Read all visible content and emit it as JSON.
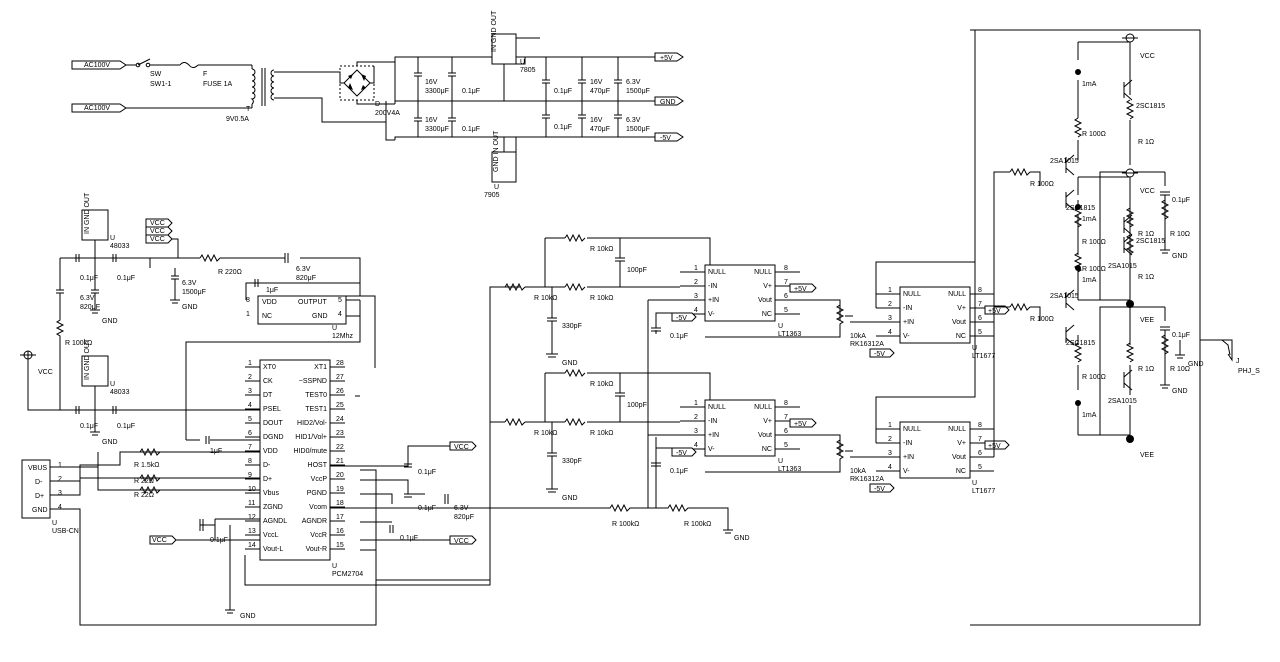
{
  "power": {
    "ac_top": "AC100V",
    "ac_bot": "AC100V",
    "sw": "SW",
    "sw_ref": "SW1-1",
    "fuse": "F",
    "fuse_val": "FUSE 1A",
    "trafo_ref": "T",
    "trafo_val": "9V0.5A",
    "bridge_ref": "D",
    "bridge_val": "200V4A",
    "cap16_a": "16V",
    "cap3300_a": "3300μF",
    "cap16_b": "16V",
    "cap3300_b": "3300μF",
    "c01_a": "0.1μF",
    "c01_b": "0.1μF",
    "reg_top_pins": "IN GND OUT",
    "reg_top_ref": "U",
    "reg_top_val": "7805",
    "reg_bot_pins": "GND IN OUT",
    "reg_bot_ref": "U",
    "reg_bot_val": "7905",
    "c01_c": "0.1μF",
    "c01_d": "0.1μF",
    "c16_c": "16V",
    "c470_c": "470μF",
    "c16_d": "16V",
    "c470_d": "470μF",
    "c63_e": "6.3V",
    "c1500_e": "1500μF",
    "c63_f": "6.3V",
    "c1500_f": "1500μF",
    "out_p5": "+5V",
    "out_gnd": "GND",
    "out_m5": "-5V"
  },
  "usb_side": {
    "reg1_pins": "IN GND OUT",
    "reg1_ref": "U",
    "reg1_val": "48033",
    "vcc_stack": [
      "VCC",
      "VCC",
      "VCC"
    ],
    "r220": "R 220Ω",
    "c63_820_v": "6.3V",
    "c63_820_c": "820μF",
    "c01_l1": "0.1μF",
    "c01_l2": "0.1μF",
    "c63_l_v": "6.3V",
    "c63_l_c": "820μF",
    "c63_1500_v": "6.3V",
    "c63_1500_c": "1500μF",
    "gnd1": "GND",
    "gnd2": "GND",
    "r100k": "R 100kΩ",
    "vcc_l": "VCC",
    "reg2_pins": "IN GND OUT",
    "reg2_ref": "U",
    "reg2_val": "48033",
    "c01_l3": "0.1μF",
    "c01_l4": "0.1μF",
    "gnd3": "GND",
    "osc": {
      "p8": "8",
      "p5": "5",
      "p1": "1",
      "p4": "4",
      "vdd": "VDD",
      "output": "OUTPUT",
      "nc": "NC",
      "gnd": "GND",
      "ref": "U",
      "val": "12Mhz",
      "c1uf": "1μF"
    },
    "usbcn": {
      "vbus": "VBUS",
      "dm": "D-",
      "dp": "D+",
      "gnd": "GND",
      "p1": "1",
      "p2": "2",
      "p3": "3",
      "p4": "4",
      "ref": "U",
      "val": "USB-CN"
    },
    "r15k": "R 1.5kΩ",
    "r22a": "R 22Ω",
    "r22b": "R 22Ω",
    "c1uf_b": "1μF",
    "vcc_in": "VCC",
    "c01_b1": "0.1μF",
    "gnd_b": "GND"
  },
  "pcm": {
    "ref": "U",
    "val": "PCM2704",
    "left_pins": [
      {
        "n": "1",
        "l": "XT0"
      },
      {
        "n": "2",
        "l": "CK"
      },
      {
        "n": "3",
        "l": "DT"
      },
      {
        "n": "4",
        "l": "PSEL"
      },
      {
        "n": "5",
        "l": "DOUT"
      },
      {
        "n": "6",
        "l": "DGND"
      },
      {
        "n": "7",
        "l": "VDD"
      },
      {
        "n": "8",
        "l": "D-"
      },
      {
        "n": "9",
        "l": "D+"
      },
      {
        "n": "10",
        "l": "Vbus"
      },
      {
        "n": "11",
        "l": "ZGND"
      },
      {
        "n": "12",
        "l": "AGNDL"
      },
      {
        "n": "13",
        "l": "VccL"
      },
      {
        "n": "14",
        "l": "Vout-L"
      }
    ],
    "right_pins": [
      {
        "n": "28",
        "l": "XT1"
      },
      {
        "n": "27",
        "l": "~SSPND"
      },
      {
        "n": "26",
        "l": "TEST0"
      },
      {
        "n": "25",
        "l": "TEST1"
      },
      {
        "n": "24",
        "l": "HID2/Vol-"
      },
      {
        "n": "23",
        "l": "HID1/Vol+"
      },
      {
        "n": "22",
        "l": "HID0/mute"
      },
      {
        "n": "21",
        "l": "HOST"
      },
      {
        "n": "20",
        "l": "VccP"
      },
      {
        "n": "19",
        "l": "PGND"
      },
      {
        "n": "18",
        "l": "Vcom"
      },
      {
        "n": "17",
        "l": "AGNDR"
      },
      {
        "n": "16",
        "l": "VccR"
      },
      {
        "n": "15",
        "l": "Vout-R"
      }
    ],
    "vcc_host": "VCC",
    "c01_r1": "0.1μF",
    "c01_r2": "0.1μF",
    "c63_r_v": "6.3V",
    "c63_r_c": "820μF",
    "c01_r3": "0.1μF",
    "vcc_r": "VCC",
    "r100k_a": "R 100kΩ",
    "r100k_b": "R 100kΩ",
    "gnd_m": "GND"
  },
  "amp": {
    "r10k": "R 10kΩ",
    "c100p": "100pF",
    "c330p": "330pF",
    "gnd": "GND",
    "c01": "0.1μF",
    "m5": "-5V",
    "p5": "+5V",
    "op_pins_left": [
      {
        "n": "1",
        "l": "NULL"
      },
      {
        "n": "2",
        "l": "-IN"
      },
      {
        "n": "3",
        "l": "+IN"
      },
      {
        "n": "4",
        "l": "V-"
      }
    ],
    "op_pins_right": [
      {
        "n": "8",
        "l": "NULL"
      },
      {
        "n": "7",
        "l": "V+"
      },
      {
        "n": "6",
        "l": "Vout"
      },
      {
        "n": "5",
        "l": "NC"
      }
    ],
    "op1_ref": "U",
    "op1_val": "LT1363",
    "pot": "10kA",
    "pot_val": "RK16312A",
    "op2_ref": "U",
    "op2_val": "LT1677",
    "r100": "R 100Ω",
    "r1": "R 1Ω",
    "r10": "R 10Ω",
    "ma1": "1mA",
    "q_npn": "2SC1815",
    "q_pnp": "2SA1015",
    "vcc": "VCC",
    "vee": "VEE",
    "c01_out": "0.1μF",
    "gnd_out": "GND"
  },
  "jack": {
    "gnd": "GND",
    "ref": "J",
    "val": "PHJ_S"
  }
}
